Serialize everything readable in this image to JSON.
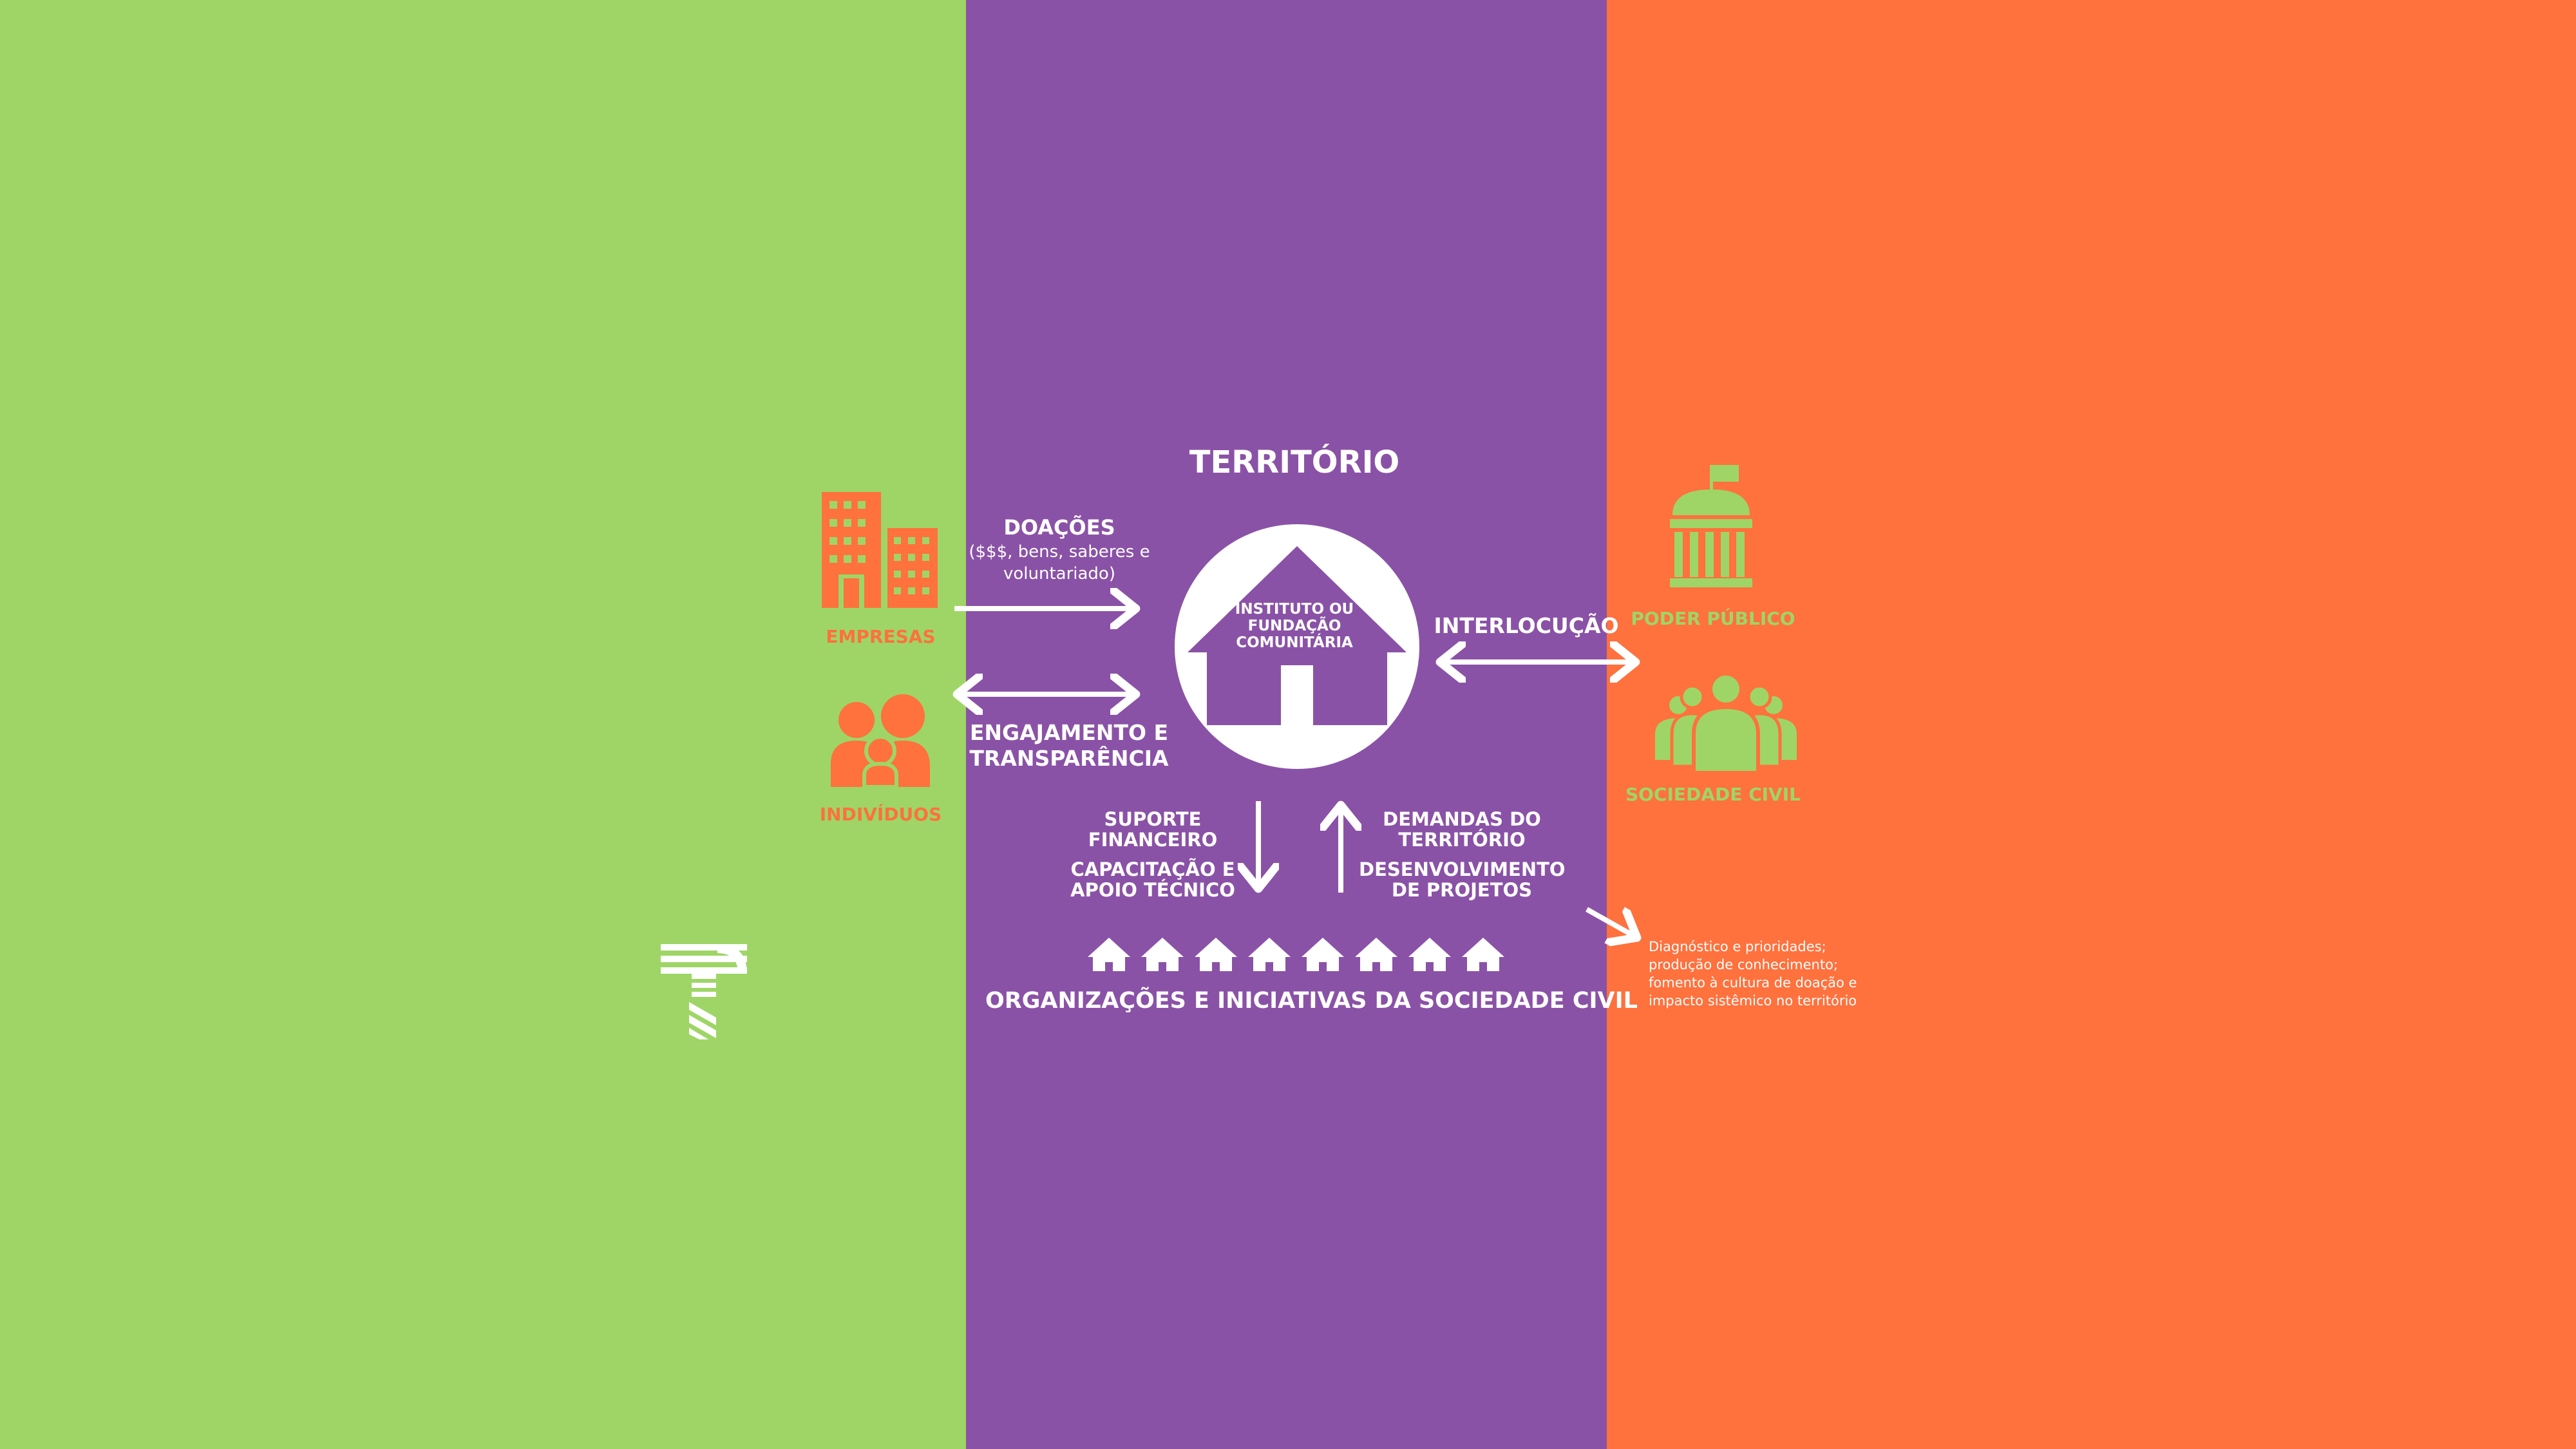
{
  "colors": {
    "green": "#9fd566",
    "purple": "#8a52a6",
    "orange": "#ff713d",
    "white": "#ffffff"
  },
  "title": "TERRITÓRIO",
  "center": {
    "label": "INSTITUTO OU FUNDAÇÃO COMUNITÁRIA",
    "icon": "house-icon"
  },
  "left_actors": [
    {
      "label": "EMPRESAS",
      "icon": "buildings-icon"
    },
    {
      "label": "INDIVÍDUOS",
      "icon": "family-icon"
    }
  ],
  "right_actors": [
    {
      "label": "PODER PÚBLICO",
      "icon": "government-building-icon"
    },
    {
      "label": "SOCIEDADE CIVIL",
      "icon": "people-group-icon"
    }
  ],
  "flows": {
    "doacoes_title": "DOAÇÕES",
    "doacoes_detail": "($$$, bens, saberes e voluntariado)",
    "engajamento": "ENGAJAMENTO E TRANSPARÊNCIA",
    "interlocucao": "INTERLOCUÇÃO",
    "suporte": "SUPORTE FINANCEIRO",
    "capacitacao": "CAPACITAÇÃO E APOIO TÉCNICO",
    "demandas": "DEMANDAS DO TERRITÓRIO",
    "desenvolvimento": "DESENVOLVIMENTO DE PROJETOS"
  },
  "bottom": {
    "label": "ORGANIZAÇÕES E INICIATIVAS  DA SOCIEDADE CIVIL",
    "house_count": 8
  },
  "note": "Diagnóstico e prioridades; produção de conhecimento; fomento à cultura de doação e impacto sistêmico no território",
  "logo": "brand-logo"
}
